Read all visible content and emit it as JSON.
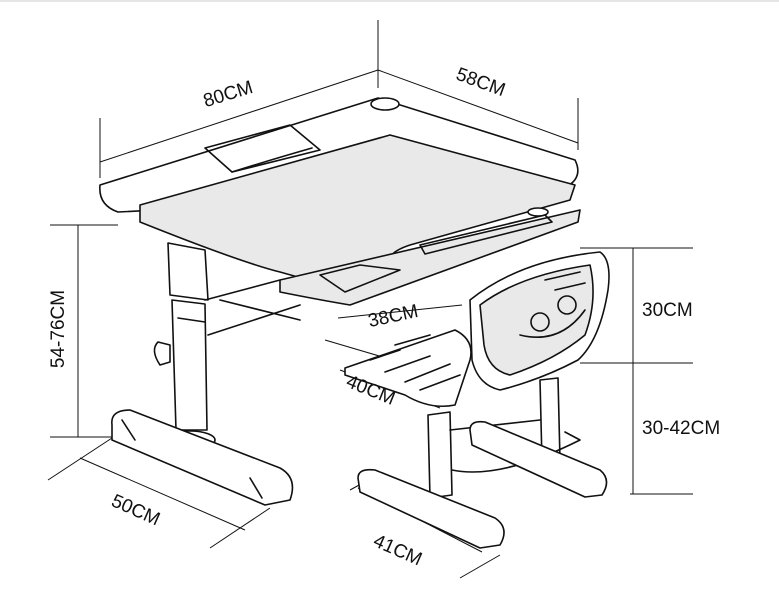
{
  "dimensions": {
    "desk_width": "80CM",
    "desk_depth": "58CM",
    "desk_height": "54-76CM",
    "base_length": "50CM",
    "seat_depth": "38CM",
    "seat_width": "40CM",
    "backrest_height": "30CM",
    "seat_height": "30-42CM",
    "chair_base": "41CM"
  }
}
